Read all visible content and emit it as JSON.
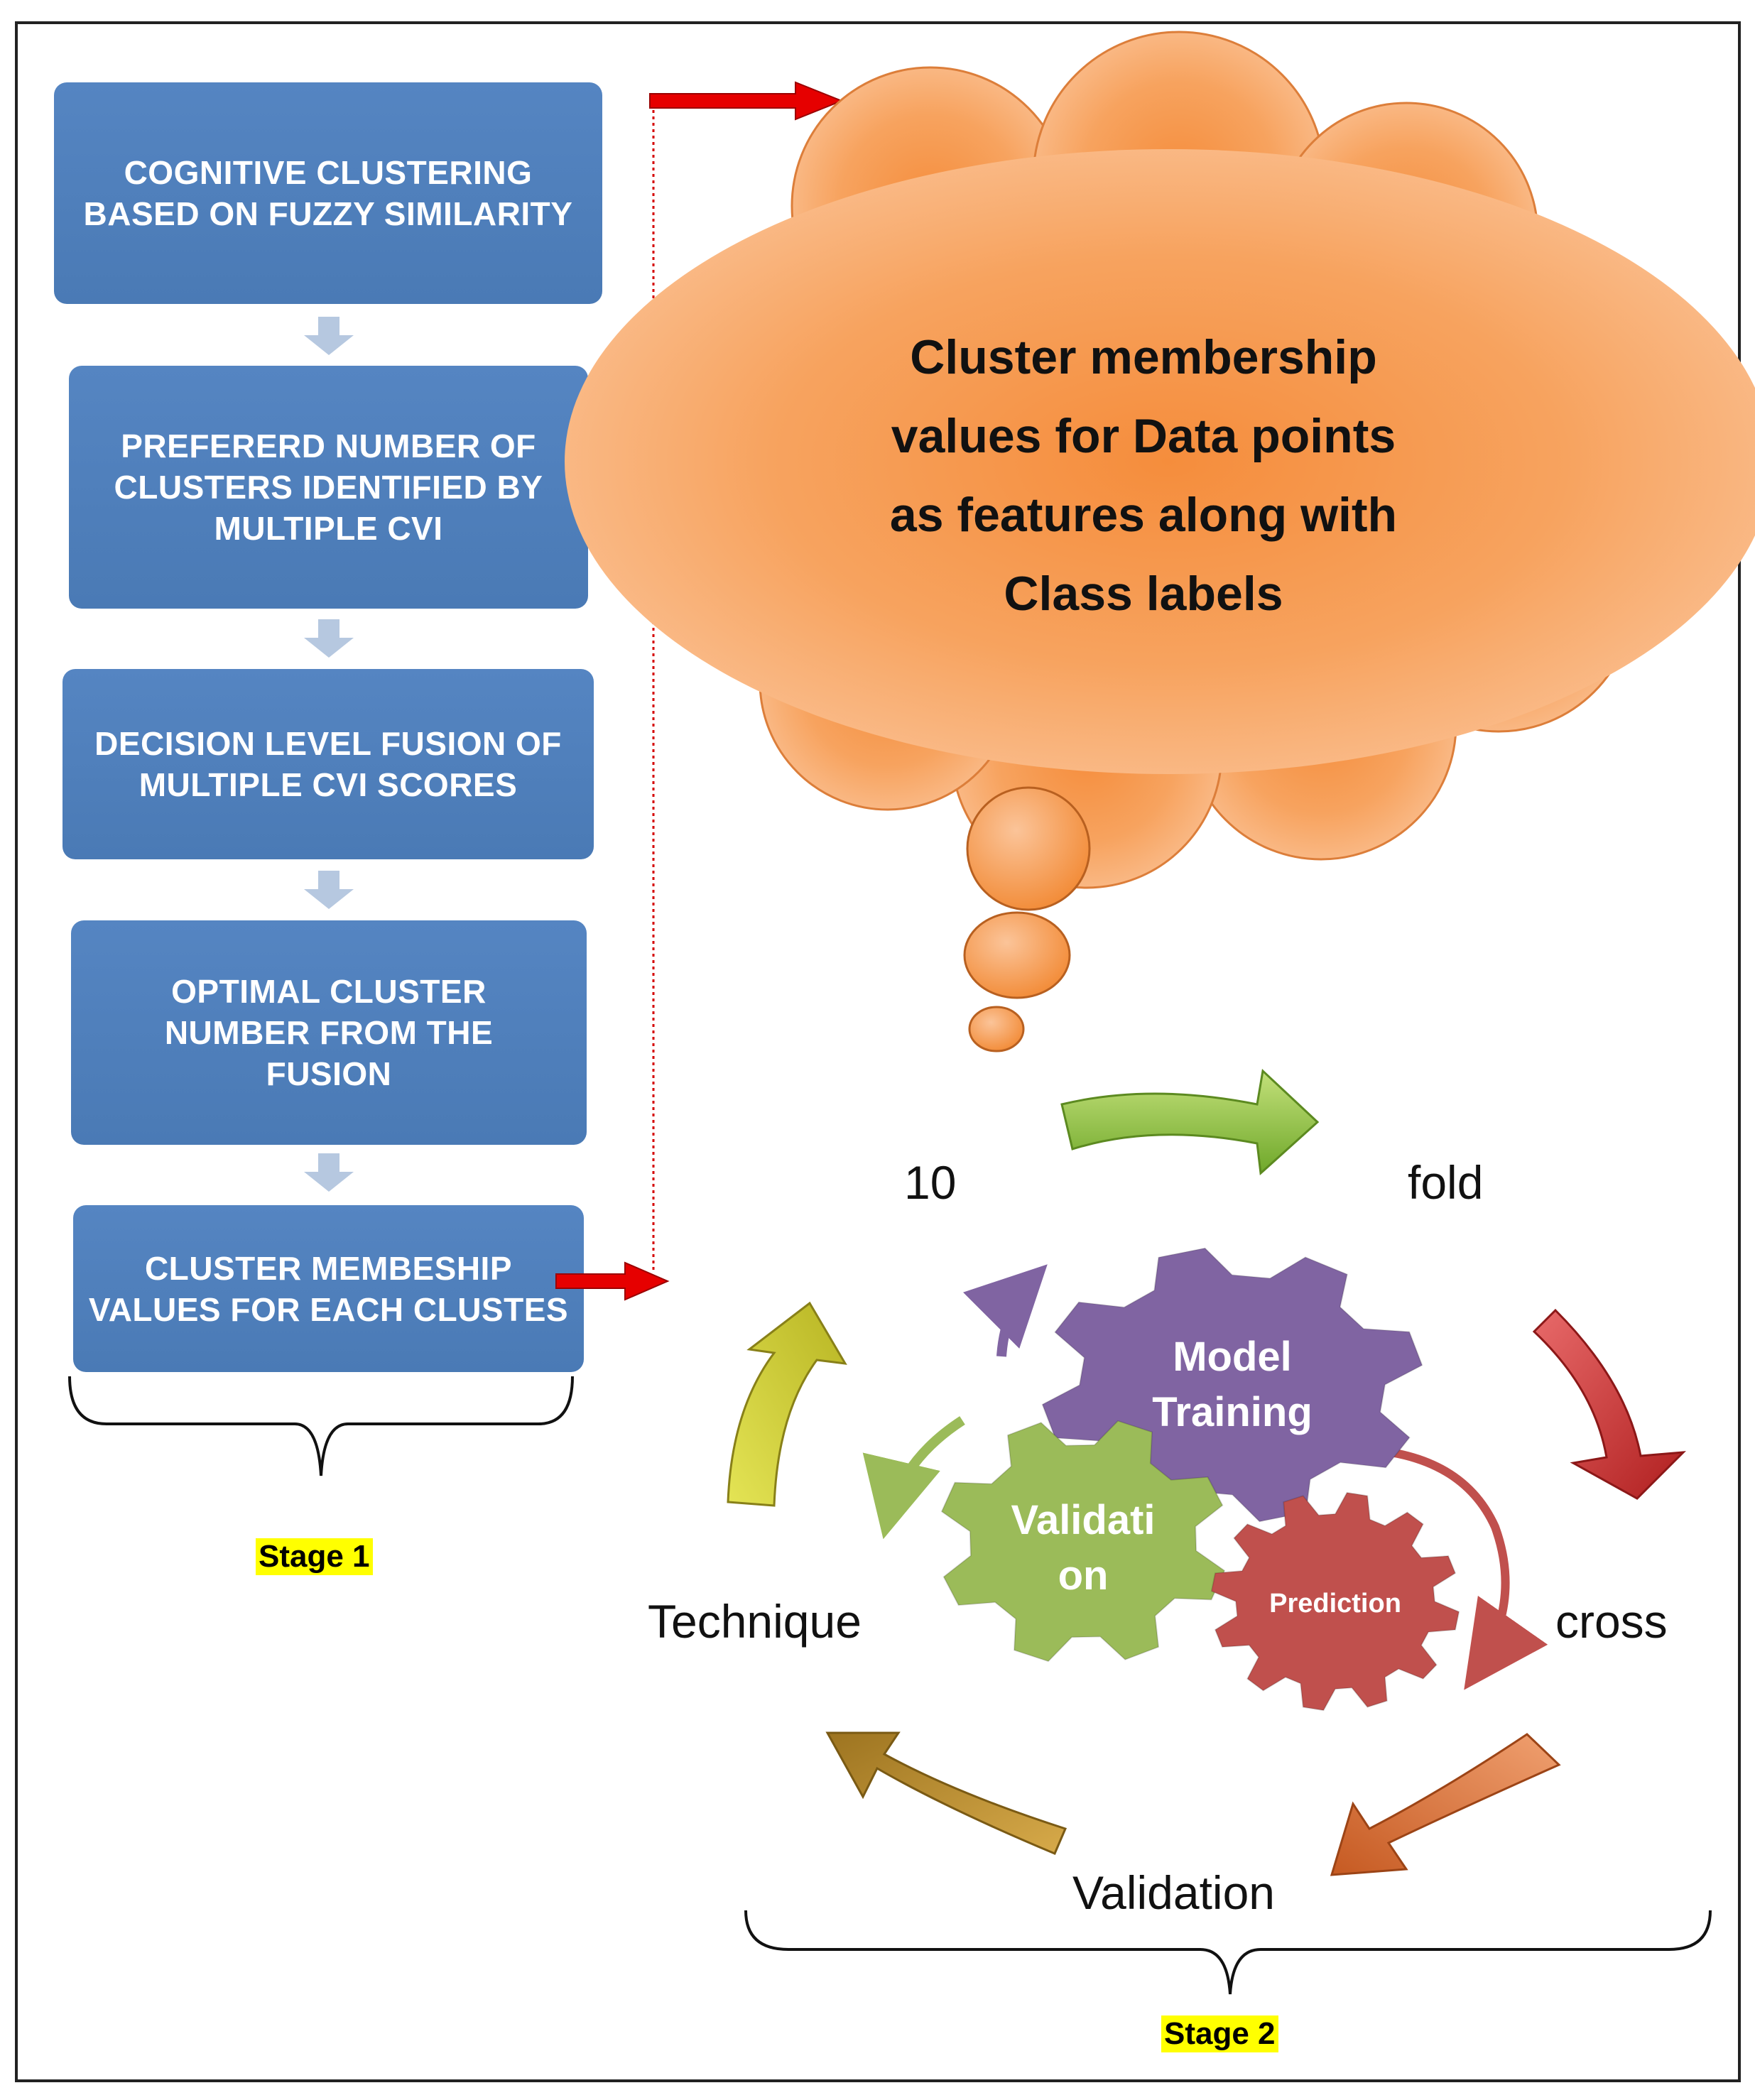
{
  "stage1": {
    "steps": [
      "COGNITIVE CLUSTERING\nBASED ON FUZZY SIMILARITY",
      "PREFERERD NUMBER OF\nCLUSTERS IDENTIFIED BY\nMULTIPLE CVI",
      "DECISION LEVEL FUSION OF\nMULTIPLE CVI SCORES",
      "OPTIMAL CLUSTER\nNUMBER FROM THE\nFUSION",
      "CLUSTER MEMBESHIP\nVALUES FOR EACH CLUSTES"
    ],
    "label": "Stage 1"
  },
  "cloud": {
    "text": "Cluster membership\nvalues for Data points\nas features along with\nClass labels"
  },
  "cycle": {
    "words": {
      "ten": "10",
      "fold": "fold",
      "cross": "cross",
      "validation": "Validation",
      "technique": "Technique"
    },
    "gears": {
      "model_training": "Model\nTraining",
      "validation": "Validati\non",
      "prediction": "Prediction"
    }
  },
  "stage2": {
    "label": "Stage 2"
  },
  "colors": {
    "box_blue": "#4f81bd",
    "cloud_orange": "#f79646",
    "arrow_red": "#e00000",
    "gear_purple": "#8064a2",
    "gear_green": "#9bbb59",
    "gear_red": "#c0504d",
    "highlight": "#ffff00"
  }
}
